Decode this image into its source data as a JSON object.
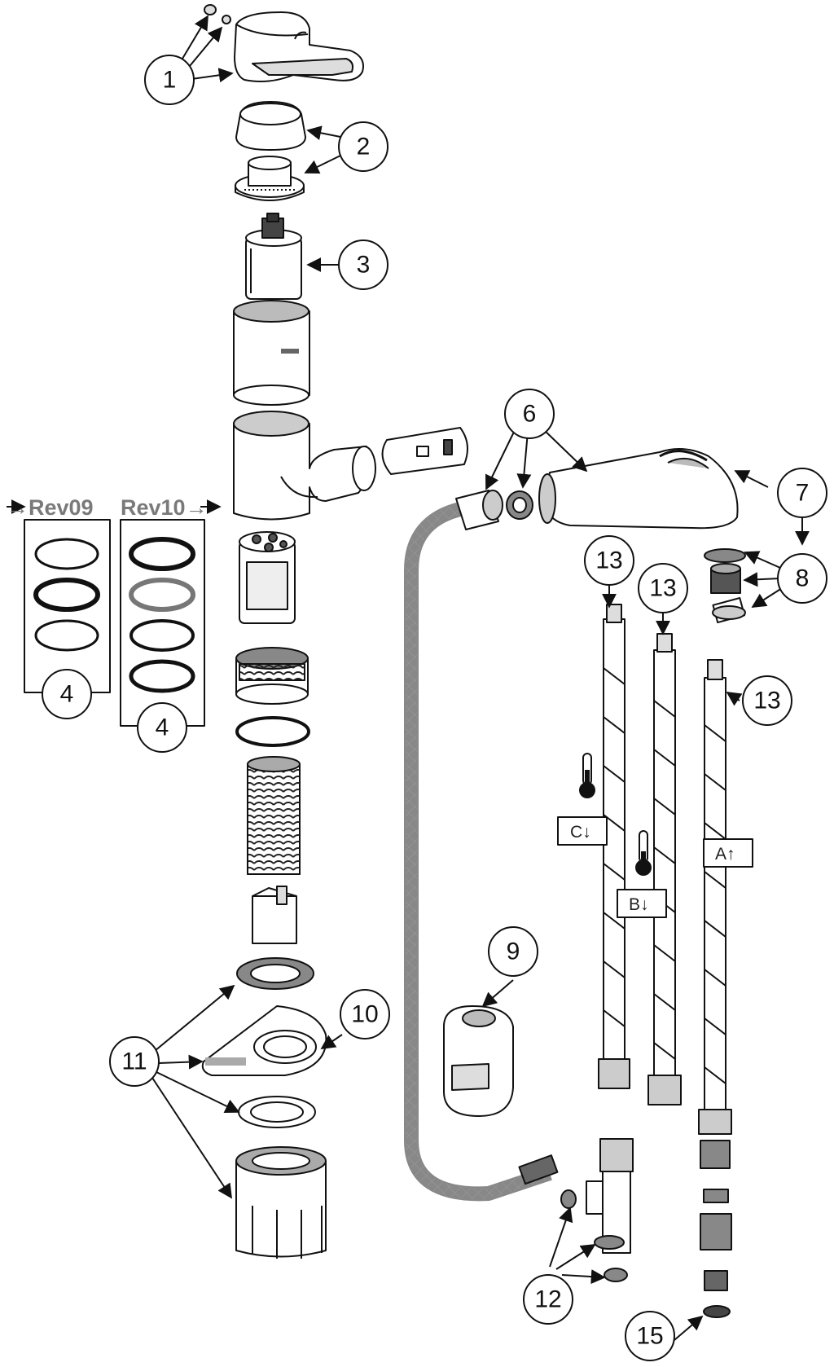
{
  "callouts": [
    "1",
    "2",
    "3",
    "4",
    "4",
    "6",
    "7",
    "8",
    "9",
    "10",
    "11",
    "12",
    "13",
    "13",
    "13",
    "15"
  ],
  "revisions": {
    "left": "→Rev09",
    "right": "Rev10→"
  },
  "hose_tags": {
    "c": "C↓",
    "b": "B↓",
    "a": "A↑"
  },
  "icons": [
    "thermometer-icon",
    "thermometer-icon"
  ],
  "colors": {
    "line": "#111111",
    "ring_grey": "#777777",
    "hose_mesh": "#bbbbbb"
  }
}
